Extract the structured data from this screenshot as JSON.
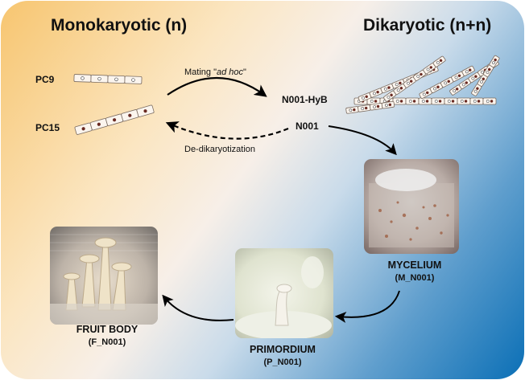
{
  "headings": {
    "left": "Monokaryotic (n)",
    "right": "Dikaryotic (n+n)"
  },
  "strains": {
    "pc9": "PC9",
    "pc15": "PC15",
    "hybrid": "N001-HyB",
    "n001": "N001"
  },
  "edges": {
    "mating_prefix": "Mating \"",
    "mating_italic": "ad hoc",
    "mating_suffix": "\"",
    "dedikaryotization": "De-dikaryotization"
  },
  "stages": {
    "mycelium": {
      "name": "MYCELIUM",
      "code": "(M_N001)"
    },
    "primordium": {
      "name": "PRIMORDIUM",
      "code": "(P_N001)"
    },
    "fruit_body": {
      "name": "FRUIT BODY",
      "code": "(F_N001)"
    }
  },
  "colors": {
    "warm_corner": "#f8c877",
    "cool_corner": "#0b72b8",
    "nucleus_dark": "#6a2a22",
    "nucleus_light": "#ffffff",
    "cell_fill": "#fbf5ee",
    "cell_stroke": "#7a6b60"
  }
}
